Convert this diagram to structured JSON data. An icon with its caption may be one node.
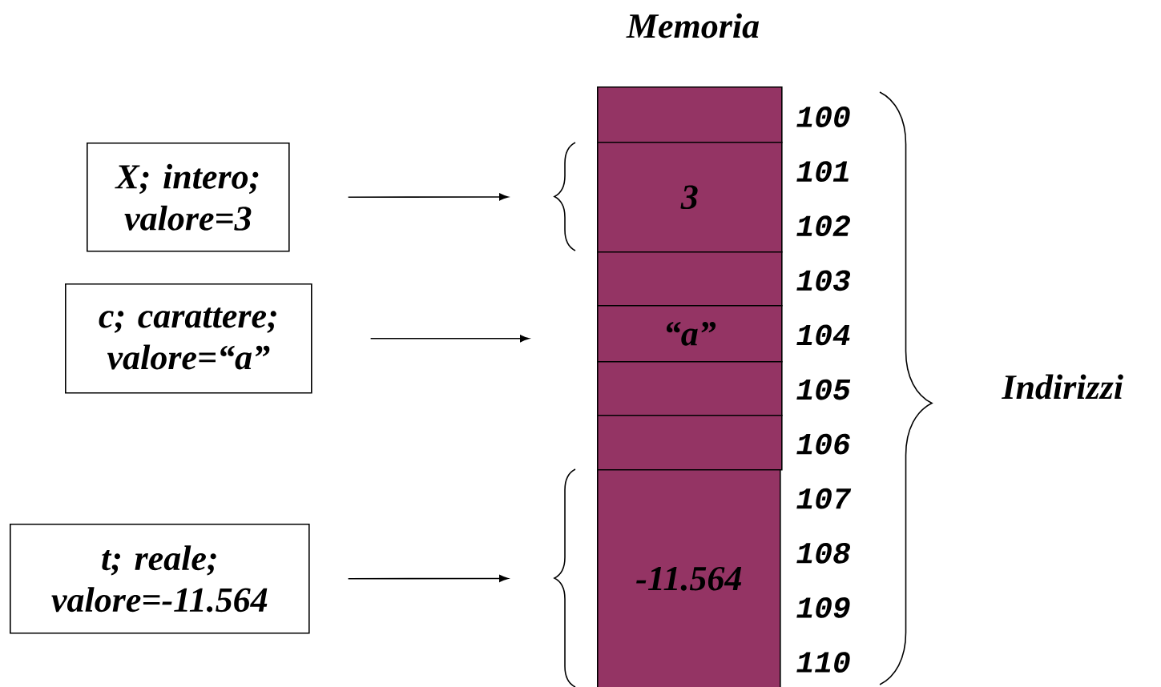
{
  "diagram": {
    "title": "Memoria",
    "nodes": [
      {
        "text": [],
        "shape": "box"
      },
      {
        "text": [
          "3"
        ]
      },
      {
        "text": [],
        "shape": "box"
      },
      {
        "text": [
          "“a”"
        ]
      },
      {
        "text": [],
        "shape": "box"
      },
      {
        "text": [],
        "shape": "box"
      },
      {
        "text": [
          "-11.564"
        ]
      },
      {
        "text": [
          "X; intero; valore=3"
        ]
      },
      {
        "text": [
          "c; carattere; valore=“a”"
        ]
      },
      {
        "text": [
          "t; reale; valore=-11.564"
        ]
      },
      {
        "text": [],
        "shape": "brace"
      },
      {
        "text": [],
        "shape": "brace"
      }
    ],
    "edges": [
      {
        "from": 7,
        "to": 10,
        "arrow": "to"
      },
      {
        "from": 8,
        "to": 3,
        "arrow": "to"
      },
      {
        "from": 9,
        "to": 11,
        "arrow": "to"
      }
    ],
    "labels": [
      "100",
      "101",
      "102",
      "103",
      "104",
      "105",
      "106",
      "107",
      "108",
      "109",
      "110",
      "Indirizzi"
    ]
  }
}
